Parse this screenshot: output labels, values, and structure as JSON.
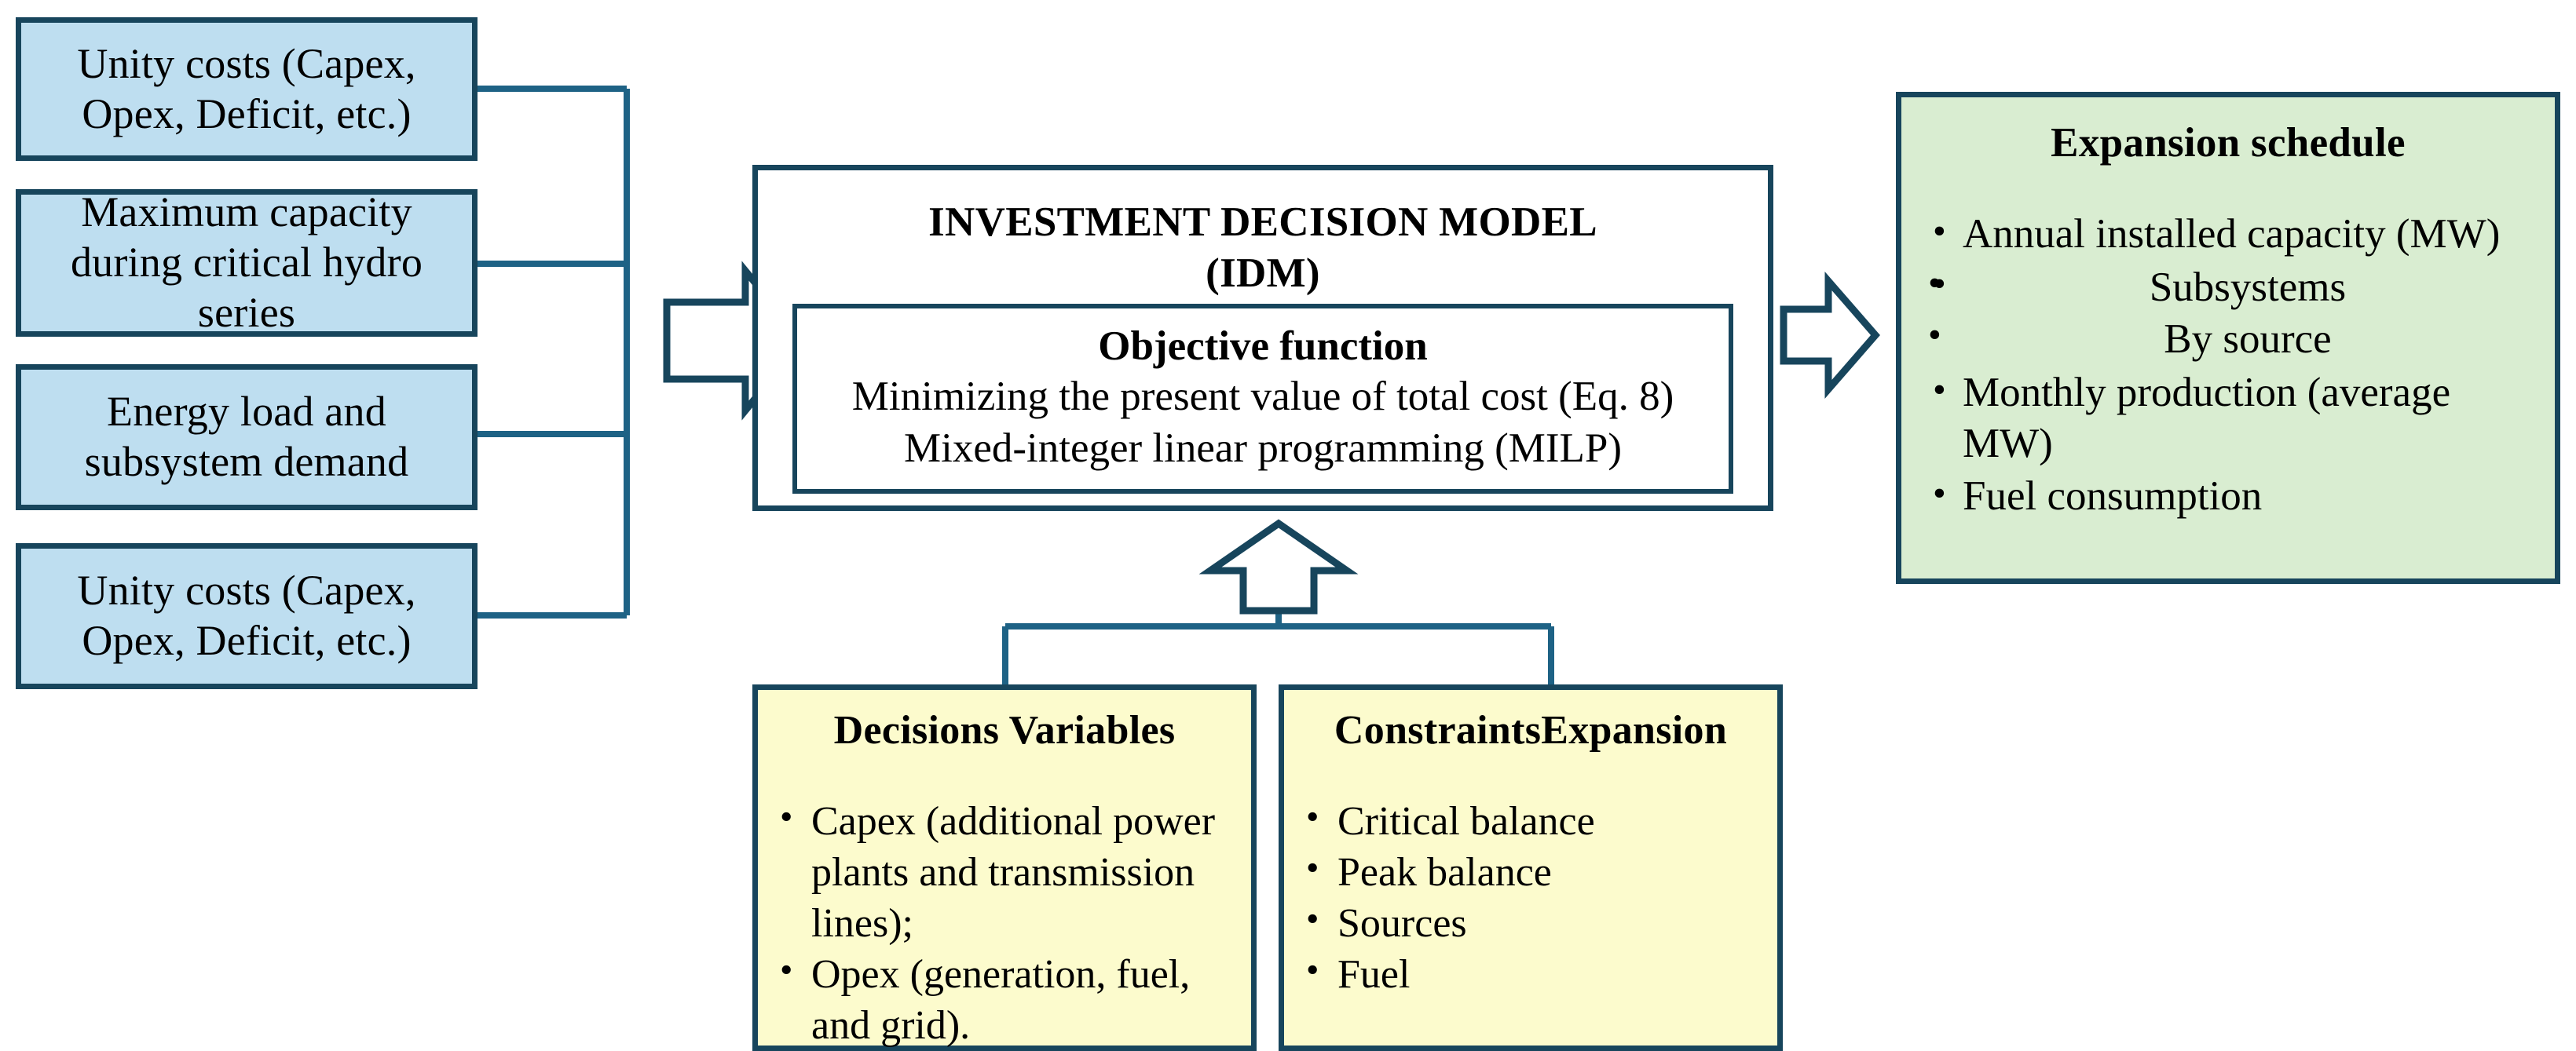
{
  "diagram": {
    "title": "Investment Decision Model flowchart",
    "colors": {
      "border": "#17455C",
      "input_fill": "#BEDEF0",
      "output_fill": "#D9EDD1",
      "submodel_fill": "#FCFBCD",
      "model_fill": "#FFFFFF"
    }
  },
  "inputs": [
    {
      "id": "input-1",
      "text": "Unity costs (Capex, Opex, Deficit, etc.)"
    },
    {
      "id": "input-2",
      "text": "Maximum capacity during critical hydro series"
    },
    {
      "id": "input-3",
      "text": "Energy load and subsystem demand"
    },
    {
      "id": "input-4",
      "text": "Unity costs (Capex, Opex, Deficit, etc.)"
    }
  ],
  "model": {
    "title_line_1": "INVESTMENT DECISION MODEL",
    "title_line_2": "(IDM)",
    "objective": {
      "title": "Objective function",
      "line_1": "Minimizing the present value of total cost (Eq. 8)",
      "line_2": "Mixed-integer linear programming (MILP)"
    }
  },
  "output": {
    "title": "Expansion schedule",
    "bullets": [
      "Annual installed capacity (MW)",
      "Monthly production (average MW)",
      "Fuel consumption"
    ],
    "sub_bullets": [
      "Subsystems",
      "By source"
    ]
  },
  "submodels": [
    {
      "id": "decisions-variables",
      "title": "Decisions Variables",
      "bullets": [
        "Capex (additional power plants and transmission lines);",
        "Opex (generation, fuel, and grid)."
      ]
    },
    {
      "id": "constraints-expansion",
      "title": "ConstraintsExpansion",
      "bullets": [
        "Critical balance",
        "Peak balance",
        "Sources",
        "Fuel"
      ]
    }
  ],
  "arrows": [
    {
      "id": "arrow-inputs-to-model",
      "direction": "right"
    },
    {
      "id": "arrow-model-to-output",
      "direction": "right"
    },
    {
      "id": "arrow-submodels-to-model",
      "direction": "up"
    }
  ]
}
